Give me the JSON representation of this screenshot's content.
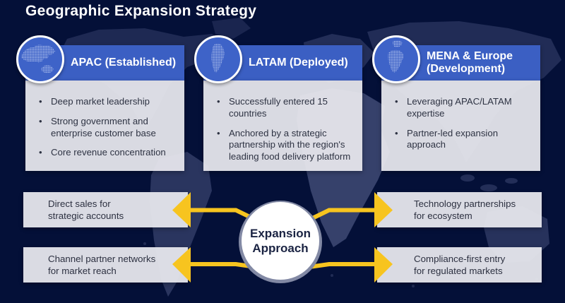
{
  "slide": {
    "title": "Geographic Expansion Strategy"
  },
  "regions": [
    {
      "header": "APAC (Established)",
      "icon": "asia-pacific-globe-icon",
      "bullets": [
        "Deep market leadership",
        "Strong government and\nenterprise customer base",
        "Core revenue concentration"
      ]
    },
    {
      "header": "LATAM (Deployed)",
      "icon": "south-america-globe-icon",
      "bullets": [
        "Successfully entered 15\ncountries",
        "Anchored by a strategic\npartnership with the region's\nleading food delivery platform"
      ]
    },
    {
      "header": "MENA & Europe\n(Development)",
      "icon": "mena-europe-globe-icon",
      "bullets": [
        "Leveraging APAC/LATAM\nexpertise",
        "Partner-led expansion\napproach"
      ]
    }
  ],
  "expansion_hub": {
    "label": "Expansion\nApproach",
    "left_boxes": [
      "Direct sales for\nstrategic accounts",
      "Channel partner networks\nfor market reach"
    ],
    "right_boxes": [
      "Technology partnerships\nfor ecosystem",
      "Compliance-first entry\nfor regulated markets"
    ]
  },
  "colors": {
    "background_navy": "#041038",
    "header_blue": "#3B5FC3",
    "accent_yellow": "#F7C41F",
    "card_body_gray": "#E9EAEE",
    "connector_box_gray": "#E6E7EC",
    "map_watermark": "#4A5480",
    "dark_text": "#2E3343",
    "hub_text_navy": "#1A2342",
    "title_white": "#FDFDFE"
  }
}
